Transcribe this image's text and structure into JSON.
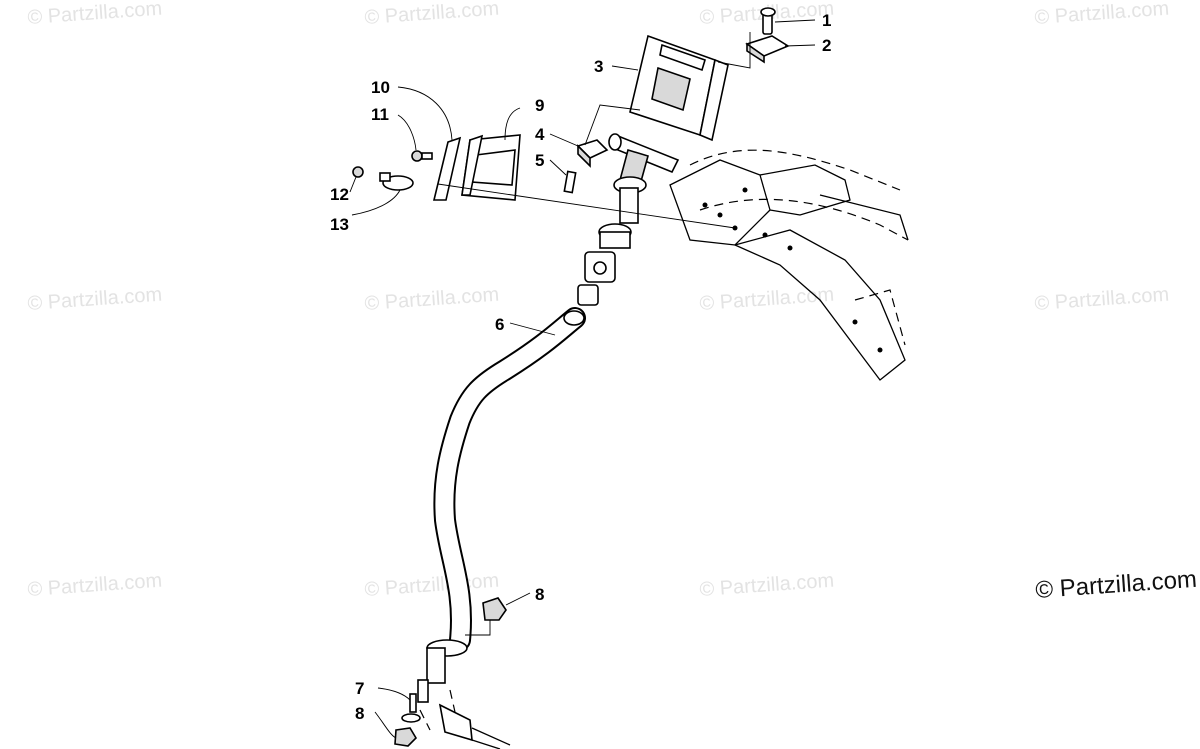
{
  "watermark": {
    "text": "© Partzilla.com"
  },
  "callouts": [
    {
      "id": "1",
      "label": "1"
    },
    {
      "id": "2",
      "label": "2"
    },
    {
      "id": "3",
      "label": "3"
    },
    {
      "id": "4",
      "label": "4"
    },
    {
      "id": "5",
      "label": "5"
    },
    {
      "id": "6",
      "label": "6"
    },
    {
      "id": "7",
      "label": "7"
    },
    {
      "id": "8a",
      "label": "8"
    },
    {
      "id": "8b",
      "label": "8"
    },
    {
      "id": "9",
      "label": "9"
    },
    {
      "id": "10",
      "label": "10"
    },
    {
      "id": "11",
      "label": "11"
    },
    {
      "id": "12",
      "label": "12"
    },
    {
      "id": "13",
      "label": "13"
    }
  ]
}
